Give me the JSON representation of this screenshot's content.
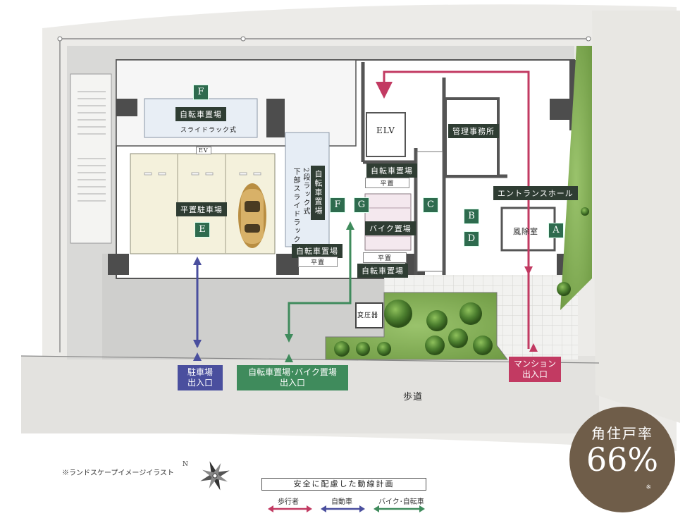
{
  "labels": {
    "bike_parking_f_top": "自転車置場",
    "slide_rack": "スライドラック式",
    "ev": "EV",
    "flat_parking": "平置駐車場",
    "rack_vertical_1": "2段ラック式",
    "rack_vertical_2": "下部スライドラック",
    "bike_parking_vertical": "自転車置場",
    "elv": "ELV",
    "management_office": "管理事務所",
    "bike_parking_c_top": "自転車置場",
    "flat_1": "平置",
    "entrance_hall": "エントランスホール",
    "motorbike_parking": "バイク置場",
    "windbreak_room": "風除室",
    "bike_parking_left_bottom": "自転車置場",
    "flat_2": "平置",
    "flat_3": "平置",
    "bike_parking_g_bottom": "自転車置場",
    "transformer": "変圧器",
    "sidewalk": "歩道"
  },
  "tags": {
    "f_top": "F",
    "e": "E",
    "f_mid": "F",
    "g": "G",
    "c": "C",
    "b": "B",
    "d": "D",
    "a": "A"
  },
  "entrances": {
    "parking": "駐車場\n出入口",
    "bike": "自転車置場･バイク置場\n出入口",
    "mansion": "マンション\n出入口"
  },
  "legend": {
    "title": "安全に配慮した動線計画",
    "pedestrian": "歩行者",
    "car": "自動車",
    "bicycle": "バイク･自転車"
  },
  "note": "※ランドスケープイメージイラスト",
  "compass_letter": "N",
  "badge": {
    "title": "角住戸率",
    "value": "66%",
    "mark": "※"
  },
  "colors": {
    "pedestrian": "#c23a62",
    "car": "#4a4f9e",
    "bicycle": "#3f8b5c",
    "tag": "#2e6b4e",
    "badge": "#6f5d49"
  }
}
